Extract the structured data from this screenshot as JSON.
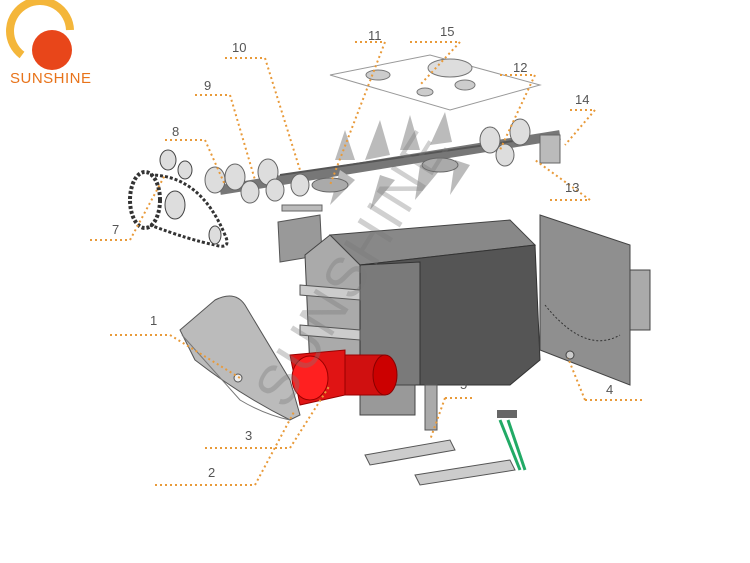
{
  "logo": {
    "text": "SUNSHINE",
    "colors": {
      "ring": "#f4b63a",
      "disc": "#e8461a",
      "text": "#e8731a"
    }
  },
  "watermark": "SUNSHINE",
  "callout_color": "#e89a3a",
  "part_color": "#e01414",
  "labels": [
    "1",
    "2",
    "3",
    "4",
    "5",
    "7",
    "8",
    "9",
    "10",
    "11",
    "12",
    "13",
    "14",
    "15"
  ]
}
